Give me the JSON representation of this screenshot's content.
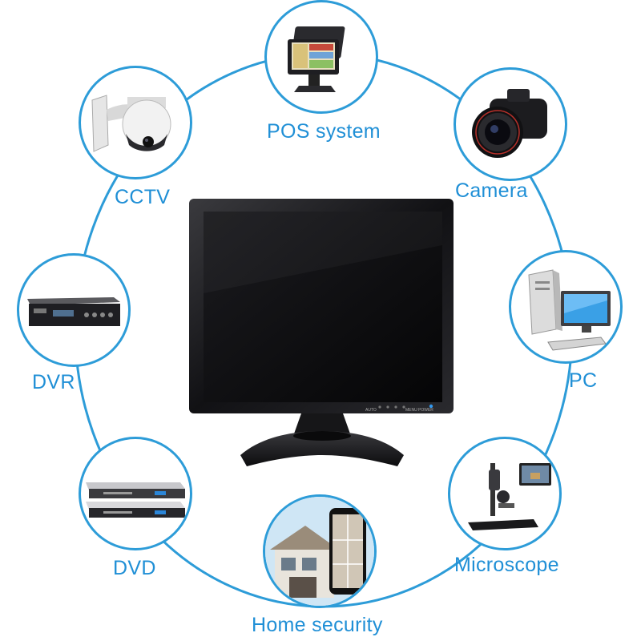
{
  "theme": {
    "ring_color": "#2d9cd8",
    "label_color": "#1f8fd6",
    "screen_color": "#0c0c0e",
    "bezel_color": "#121214"
  },
  "central_product": {
    "icon": "lcd-monitor-icon",
    "button_labels": [
      "AUTO",
      "MENU",
      "POWER"
    ]
  },
  "applications": [
    {
      "label": "POS system",
      "icon": "pos-terminal-icon"
    },
    {
      "label": "Camera",
      "icon": "dslr-camera-icon"
    },
    {
      "label": "PC",
      "icon": "desktop-pc-icon"
    },
    {
      "label": "Microscope",
      "icon": "digital-microscope-icon"
    },
    {
      "label": "Home security",
      "icon": "home-security-icon"
    },
    {
      "label": "DVD",
      "icon": "dvd-player-icon"
    },
    {
      "label": "DVR",
      "icon": "dvr-recorder-icon"
    },
    {
      "label": "CCTV",
      "icon": "cctv-dome-camera-icon"
    }
  ]
}
